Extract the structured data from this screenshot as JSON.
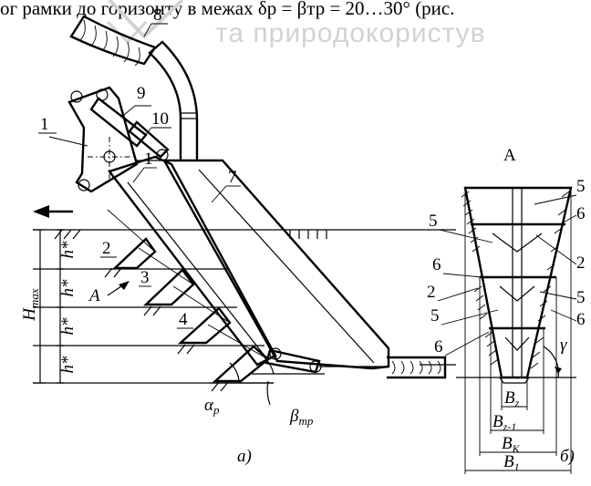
{
  "header": {
    "top_text": "ог рамки до горизонту в межах δр = βтр = 20…30° (рис.",
    "watermark": "та природокористув"
  },
  "fig_a": {
    "caption": "а)",
    "h_max": "H",
    "h_max_sub": "max",
    "h_star": "h*",
    "view_label": "A",
    "alpha": "α",
    "alpha_sub": "р",
    "beta": "β",
    "beta_sub": "тр",
    "callouts": [
      "1",
      "1",
      "2",
      "3",
      "4",
      "7",
      "8",
      "9",
      "10"
    ]
  },
  "fig_b": {
    "caption": "б)",
    "title": "A",
    "gamma": "γ",
    "b_z": "B",
    "b_z_sub": "z",
    "b_z1": "B",
    "b_z1_sub": "z-1",
    "b_k": "B",
    "b_k_sub": "К",
    "b_1": "B",
    "b_1_sub": "1",
    "left_callouts": [
      "5",
      "6",
      "2",
      "5",
      "6"
    ],
    "right_callouts": [
      "5",
      "6",
      "2",
      "5",
      "6"
    ]
  }
}
